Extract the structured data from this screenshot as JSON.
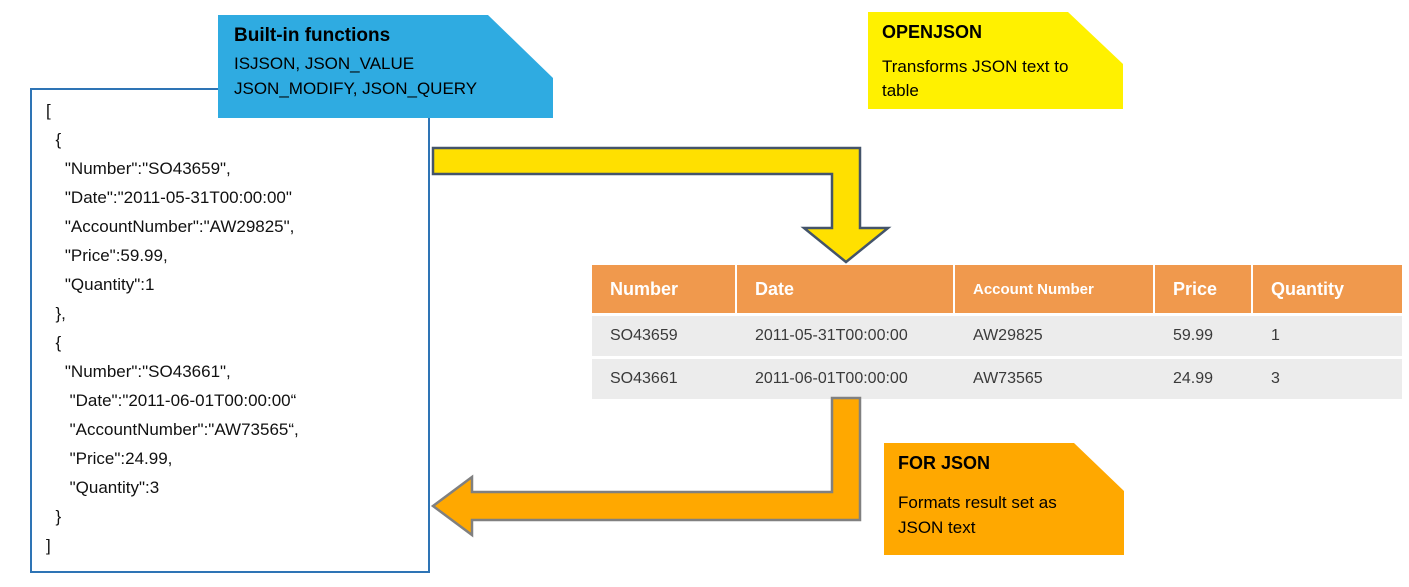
{
  "callouts": {
    "builtin": {
      "title": "Built-in functions",
      "line1": "ISJSON, JSON_VALUE",
      "line2": "JSON_MODIFY, JSON_QUERY"
    },
    "openjson": {
      "title": "OPENJSON",
      "body": "Transforms JSON text to table"
    },
    "forjson": {
      "title": "FOR JSON",
      "body": "Formats result set as JSON text"
    }
  },
  "json_box": {
    "lines": [
      "[",
      "  {",
      "    \"Number\":\"SO43659\",",
      "    \"Date\":\"2011-05-31T00:00:00\"",
      "    \"AccountNumber\":\"AW29825\",",
      "    \"Price\":59.99,",
      "    \"Quantity\":1",
      "  },",
      "  {",
      "    \"Number\":\"SO43661\",",
      "     \"Date\":\"2011-06-01T00:00:00“",
      "     \"AccountNumber\":\"AW73565“,",
      "     \"Price\":24.99,",
      "     \"Quantity\":3",
      "  }",
      "]"
    ]
  },
  "table": {
    "headers": [
      "Number",
      "Date",
      "Account Number",
      "Price",
      "Quantity"
    ],
    "rows": [
      [
        "SO43659",
        "2011-05-31T00:00:00",
        "AW29825",
        "59.99",
        "1"
      ],
      [
        "SO43661",
        "2011-06-01T00:00:00",
        "AW73565",
        "24.99",
        "3"
      ]
    ]
  },
  "colors": {
    "callout_builtin_bg": "#2FABE1",
    "callout_openjson_bg": "#FFF100",
    "callout_forjson_bg": "#FFA800",
    "json_box_border": "#2E74B5",
    "table_header_bg": "#F0994D",
    "table_row_bg": "#ECECEC",
    "arrow_yellow_fill": "#FFE000",
    "arrow_yellow_stroke": "#44546A",
    "arrow_orange_fill": "#FFA800",
    "arrow_orange_stroke": "#808080"
  }
}
